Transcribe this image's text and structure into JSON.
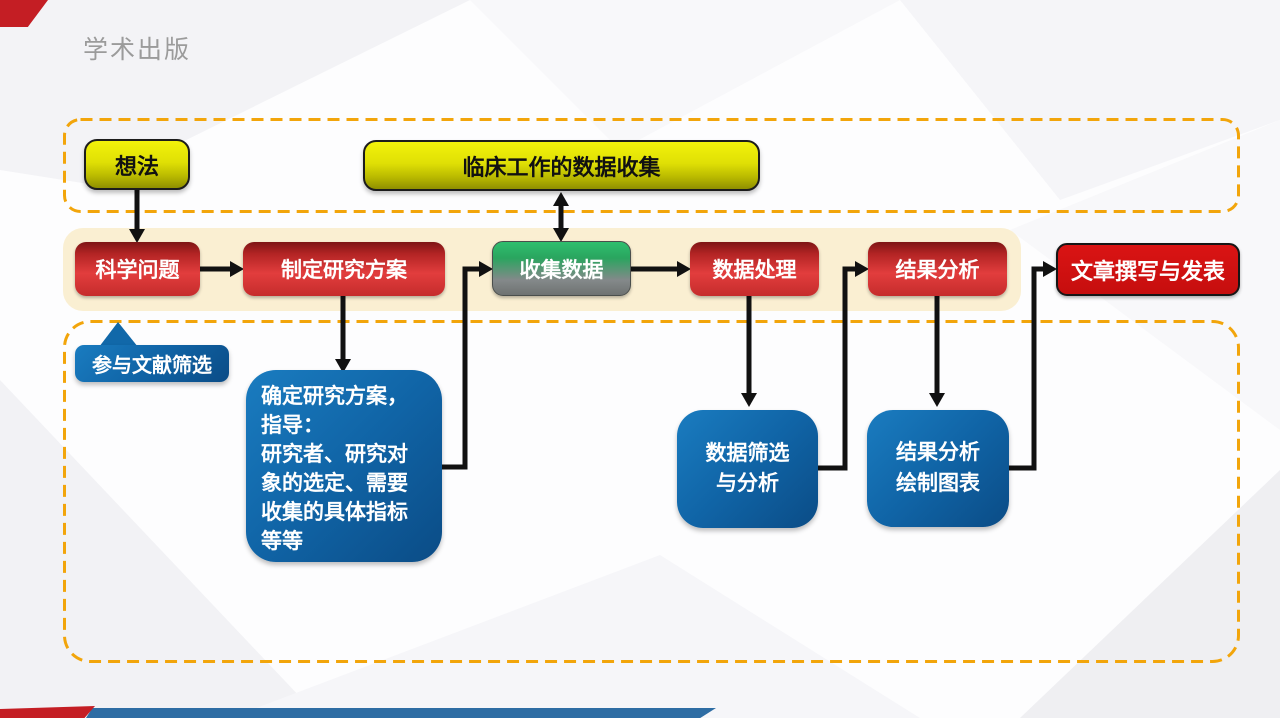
{
  "slide": {
    "title": "学术出版"
  },
  "top_section": {
    "idea_label": "想法",
    "clinical_label": "临床工作的数据收集"
  },
  "pipeline": [
    {
      "label": "科学问题",
      "style": "red"
    },
    {
      "label": "制定研究方案",
      "style": "red"
    },
    {
      "label": "收集数据",
      "style": "green-gray"
    },
    {
      "label": "数据处理",
      "style": "red"
    },
    {
      "label": "结果分析",
      "style": "red"
    },
    {
      "label": "文章撰写与发表",
      "style": "crimson"
    }
  ],
  "callout": {
    "label": "参与文献筛选"
  },
  "detail_boxes": {
    "plan": {
      "text": "确定研究方案，\n指导：\n研究者、研究对\n象的选定、需要\n收集的具体指标\n等等"
    },
    "data_filter": {
      "text": "数据筛选\n与分析"
    },
    "result_chart": {
      "text": "结果分析\n绘制图表"
    }
  },
  "colors": {
    "dashed_border": "#F2A50B",
    "pipeline_band": "#FAEFD2",
    "arrow": "#111111",
    "node_red": "#D32F2F",
    "node_crimson": "#CC1010",
    "node_yellow": "#D9D900",
    "node_green_top": "#2EBF6E",
    "node_gray_bottom": "#6E7271",
    "node_blue": "#0F5FA0",
    "title_gray": "#9B9B9B",
    "decoration_red": "#C41E24",
    "decoration_blue": "#2E6DA4"
  }
}
